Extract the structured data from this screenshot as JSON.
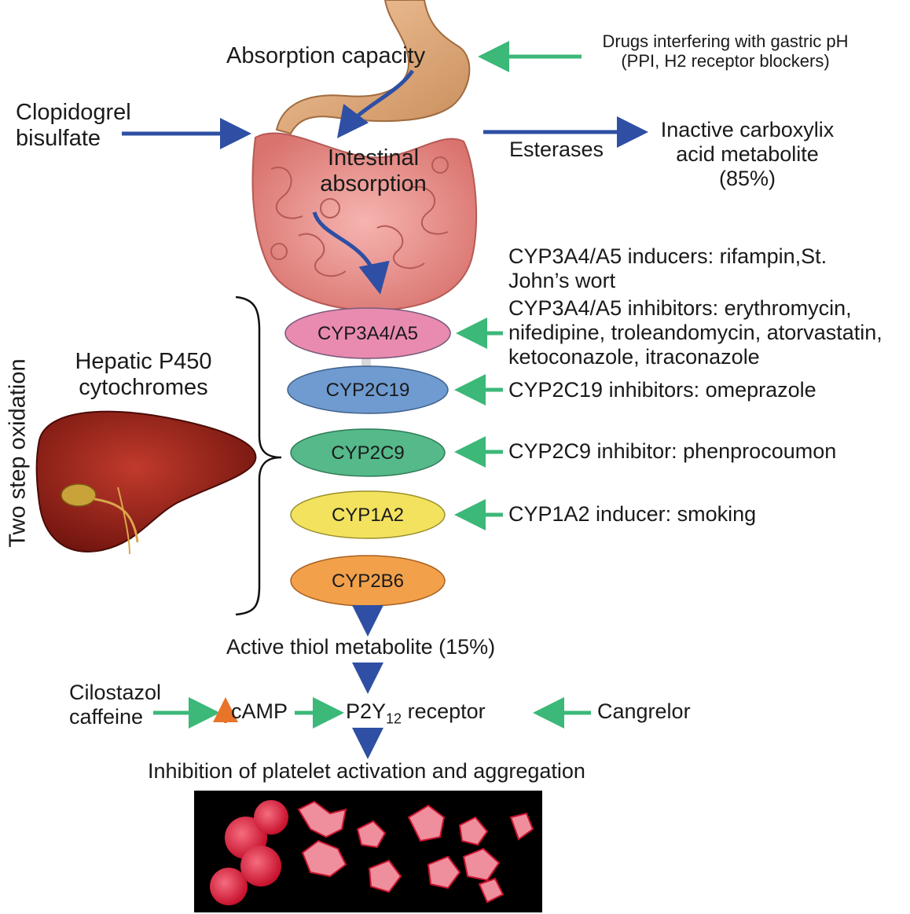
{
  "title": "",
  "top": {
    "absorption_capacity": "Absorption capacity",
    "gastric_drugs_line1": "Drugs interfering with gastric pH",
    "gastric_drugs_line2": "(PPI, H2 receptor blockers)",
    "clopidogrel_line1": "Clopidogrel",
    "clopidogrel_line2": "bisulfate",
    "intestinal_line1": "Intestinal",
    "intestinal_line2": "absorption",
    "esterases": "Esterases",
    "inactive_line1": "Inactive carboxylix",
    "inactive_line2": "acid metabolite",
    "inactive_line3": "(85%)"
  },
  "liver": {
    "side_label": "Two step oxidation",
    "hepatic_line1": "Hepatic P450",
    "hepatic_line2": "cytochromes"
  },
  "enzymes": [
    {
      "label": "CYP3A4/A5",
      "color": "#e98bb0"
    },
    {
      "label": "CYP2C19",
      "color": "#6f9bd0"
    },
    {
      "label": "CYP2C9",
      "color": "#55b98a"
    },
    {
      "label": "CYP1A2",
      "color": "#f2e25e"
    },
    {
      "label": "CYP2B6",
      "color": "#f2a04a"
    }
  ],
  "modulators": {
    "cyp3a4_inducers_line1": "CYP3A4/A5 inducers: rifampin,St.",
    "cyp3a4_inducers_line2": "John’s wort",
    "cyp3a4_inhibitors_line1": "CYP3A4/A5 inhibitors: erythromycin,",
    "cyp3a4_inhibitors_line2": "nifedipine, troleandomycin, atorvastatin,",
    "cyp3a4_inhibitors_line3": "ketoconazole, itraconazole",
    "cyp2c19": "CYP2C19 inhibitors: omeprazole",
    "cyp2c9": "CYP2C9 inhibitor: phenprocoumon",
    "cyp1a2": "CYP1A2 inducer: smoking"
  },
  "bottom": {
    "active_metabolite": "Active thiol metabolite (15%)",
    "cilostazol_line1": "Cilostazol",
    "cilostazol_line2": "caffeine",
    "camp": "cAMP",
    "p2y_prefix": "P2Y",
    "p2y_sub": "12",
    "p2y_suffix": " receptor",
    "cangrelor": "Cangrelor",
    "inhibition": "Inhibition of platelet activation and aggregation"
  },
  "colors": {
    "blue_arrow": "#2e4fa3",
    "green_arrow": "#3cb878",
    "orange_arrow": "#e8742a"
  }
}
